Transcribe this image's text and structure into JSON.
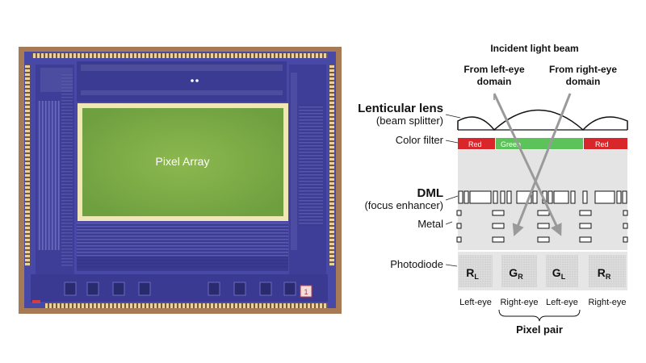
{
  "chip": {
    "array_label": "Pixel Array",
    "corner_marker": "1",
    "colors": {
      "die_border": "#a8754f",
      "die_body": "#4a4aa8",
      "array_fill": "#84b04a",
      "array_frame": "#f0e6b4",
      "pad": "#e9d7a0"
    }
  },
  "diagram": {
    "title": "Incident light beam",
    "left_domain": "From left-eye\ndomain",
    "right_domain": "From right-eye\ndomain",
    "labels": {
      "lens_main": "Lenticular lens",
      "lens_sub": "(beam splitter)",
      "color_filter": "Color filter",
      "dml_main": "DML",
      "dml_sub": "(focus enhancer)",
      "metal": "Metal",
      "photodiode": "Photodiode",
      "pixel_pair": "Pixel pair"
    },
    "filters": [
      {
        "label": "Red",
        "color": "#d9262b"
      },
      {
        "label": "Green",
        "color": "#5cc35a"
      },
      {
        "label": "Red",
        "color": "#d9262b"
      }
    ],
    "photodiodes": [
      {
        "letter": "R",
        "sub": "L",
        "eye": "Left-eye"
      },
      {
        "letter": "G",
        "sub": "R",
        "eye": "Right-eye"
      },
      {
        "letter": "G",
        "sub": "L",
        "eye": "Left-eye"
      },
      {
        "letter": "R",
        "sub": "R",
        "eye": "Right-eye"
      }
    ]
  }
}
